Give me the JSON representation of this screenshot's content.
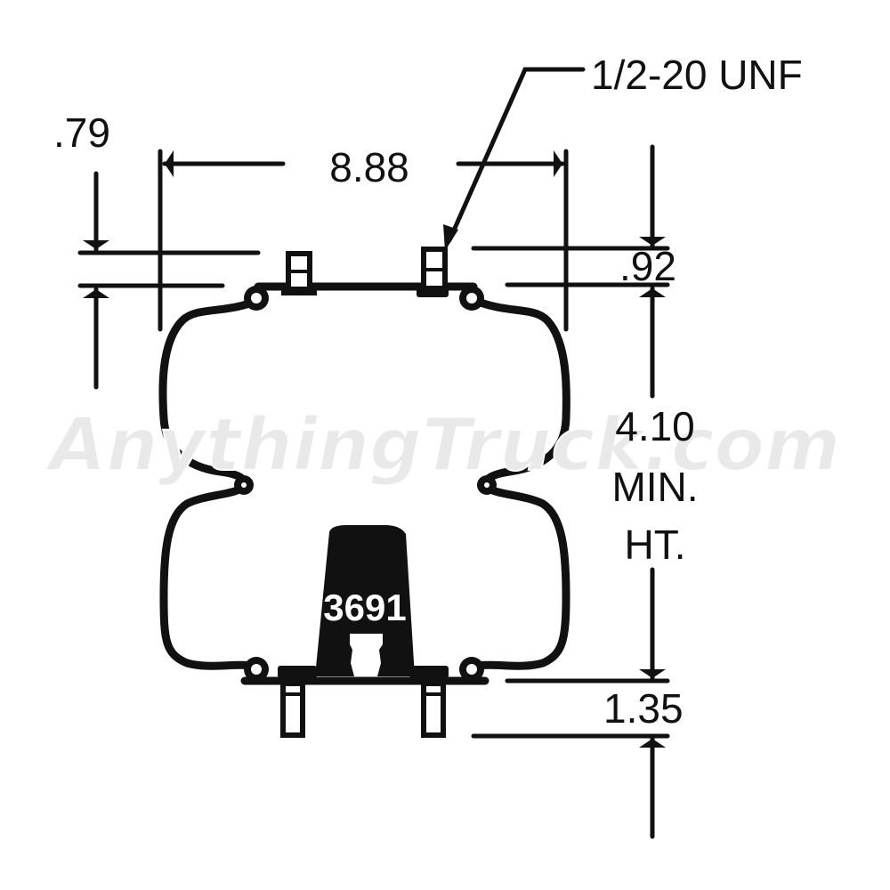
{
  "diagram": {
    "title": "Double convoluted air spring dimension drawing",
    "part_number": "3691",
    "thread_callout": "1/2-20 UNF",
    "watermark": "AnythingTruck.com",
    "dimensions": {
      "top_offset": ".79",
      "stud_spacing": "8.88",
      "top_plate_thickness": ".92",
      "min_height_value": "4.10",
      "min_height_line1": "MIN.",
      "min_height_line2": "HT.",
      "bottom_stud_length": "1.35"
    },
    "colors": {
      "line": "#111111",
      "background": "#ffffff",
      "watermark": "#e9e9e9"
    }
  }
}
